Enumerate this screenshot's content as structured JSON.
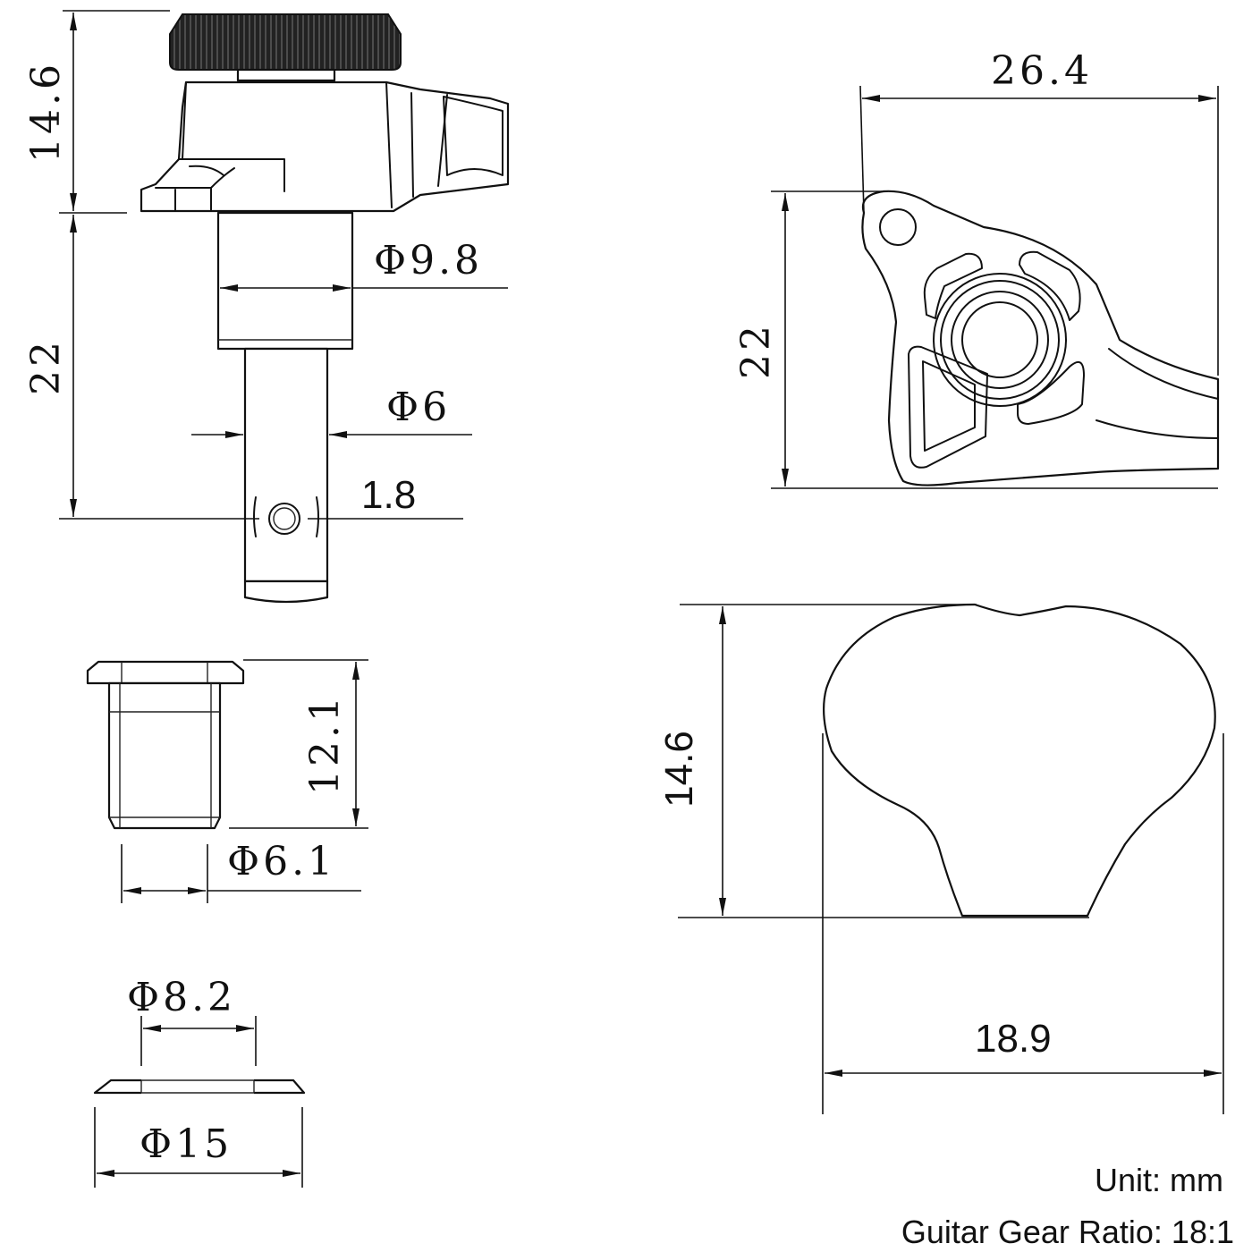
{
  "dimensions": {
    "tuner_head_height": "14.6",
    "tuner_post_length": "22",
    "bushing_diameter_top": "Φ9.8",
    "post_diameter": "Φ6",
    "string_hole": "1.8",
    "housing_width": "26.4",
    "housing_height": "22",
    "ferrule_height": "12.1",
    "ferrule_diameter": "Φ6.1",
    "washer_inner": "Φ8.2",
    "washer_outer": "Φ15",
    "button_height": "14.6",
    "button_width": "18.9"
  },
  "notes": {
    "unit": "Unit: mm",
    "gear_ratio": "Guitar Gear Ratio: 18:1"
  }
}
